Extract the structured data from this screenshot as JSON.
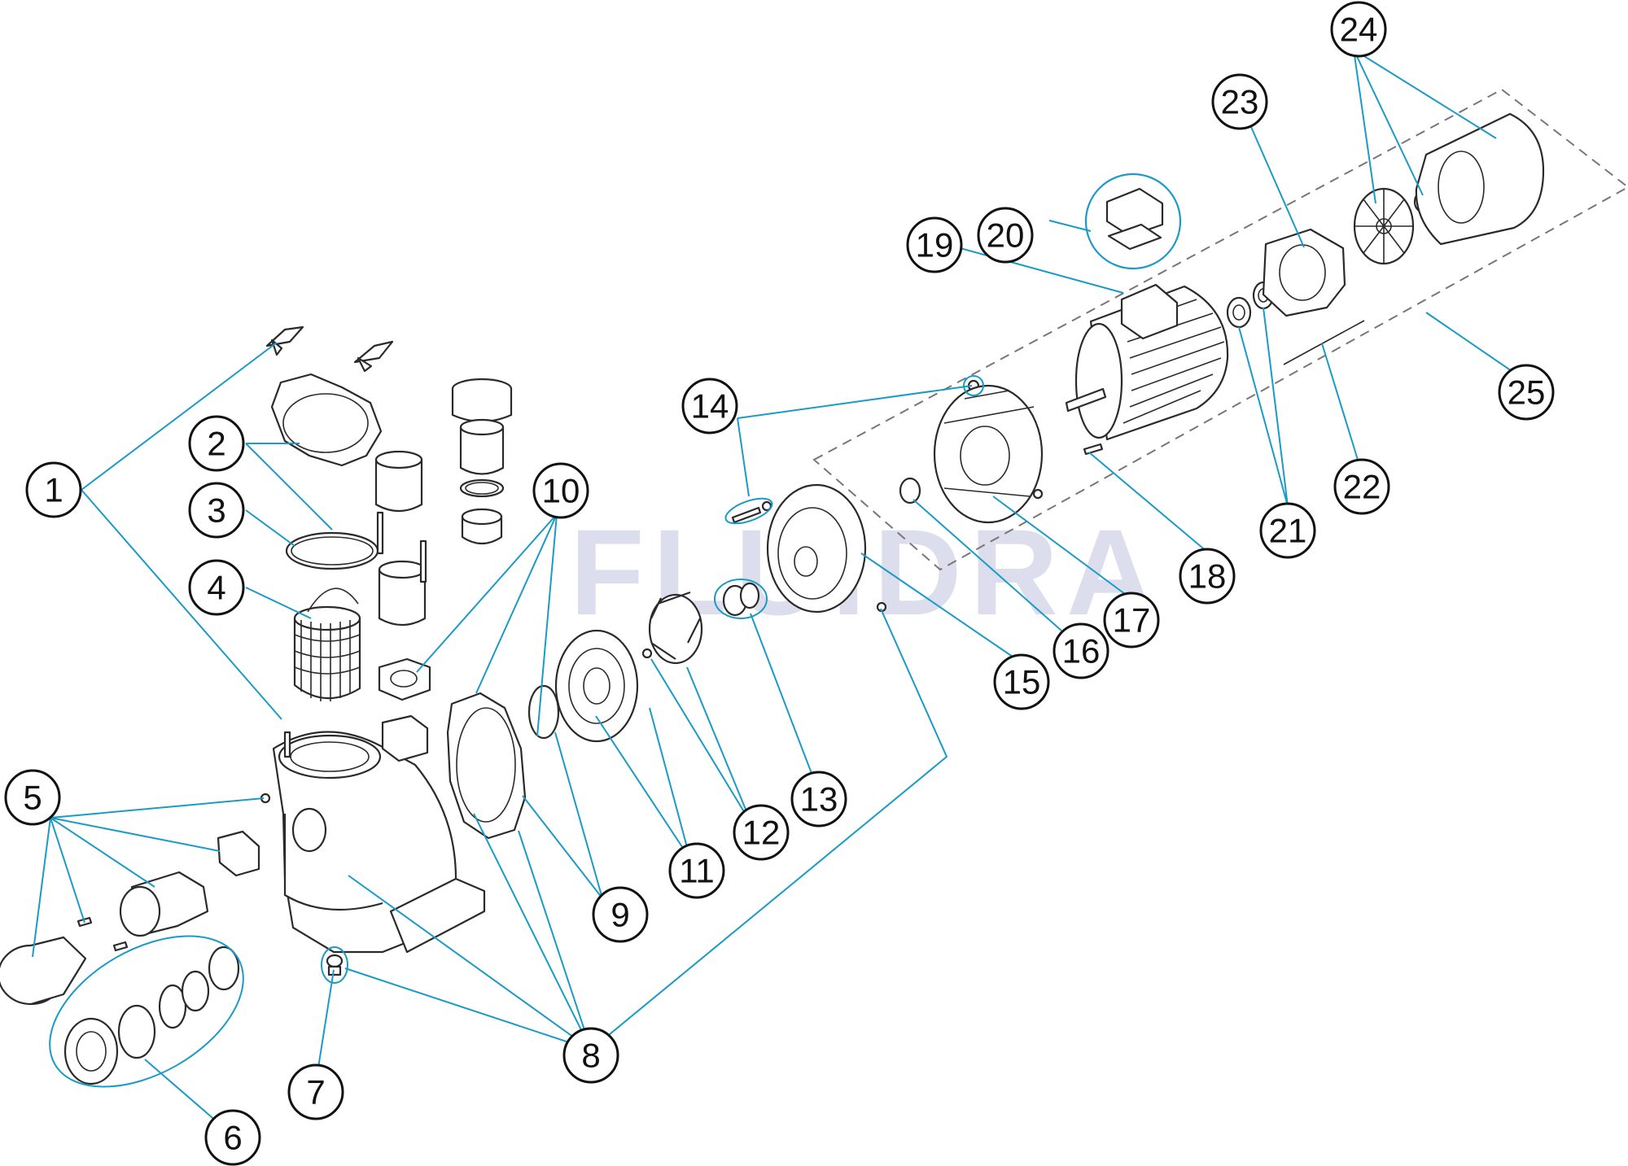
{
  "watermark": "FLUIDRA",
  "colors": {
    "leader": "#1a9bc7",
    "outline": "#2a2a2a",
    "watermark": "#5a5fa8"
  },
  "callouts": [
    {
      "id": "c1",
      "label": "1"
    },
    {
      "id": "c2",
      "label": "2"
    },
    {
      "id": "c3",
      "label": "3"
    },
    {
      "id": "c4",
      "label": "4"
    },
    {
      "id": "c5",
      "label": "5"
    },
    {
      "id": "c6",
      "label": "6"
    },
    {
      "id": "c7",
      "label": "7"
    },
    {
      "id": "c8",
      "label": "8"
    },
    {
      "id": "c9",
      "label": "9"
    },
    {
      "id": "c10",
      "label": "10"
    },
    {
      "id": "c11",
      "label": "11"
    },
    {
      "id": "c12",
      "label": "12"
    },
    {
      "id": "c13",
      "label": "13"
    },
    {
      "id": "c14",
      "label": "14"
    },
    {
      "id": "c15",
      "label": "15"
    },
    {
      "id": "c16",
      "label": "16"
    },
    {
      "id": "c17",
      "label": "17"
    },
    {
      "id": "c18",
      "label": "18"
    },
    {
      "id": "c19",
      "label": "19"
    },
    {
      "id": "c20",
      "label": "20"
    },
    {
      "id": "c21",
      "label": "21"
    },
    {
      "id": "c22",
      "label": "22"
    },
    {
      "id": "c23",
      "label": "23"
    },
    {
      "id": "c24",
      "label": "24"
    },
    {
      "id": "c25",
      "label": "25"
    }
  ]
}
